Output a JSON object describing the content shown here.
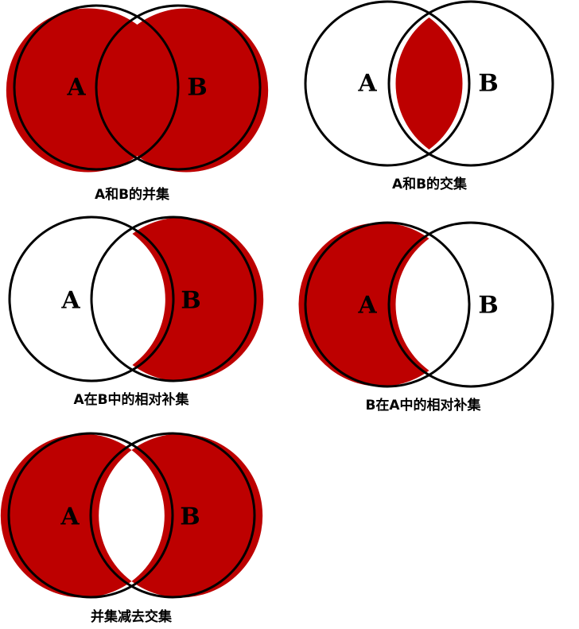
{
  "fill_color": "#bd0000",
  "outline_color": "#000000",
  "diagrams": [
    {
      "shaded": "union",
      "label_a": "A",
      "label_b": "B",
      "caption": "A和B的并集"
    },
    {
      "shaded": "intersection",
      "label_a": "A",
      "label_b": "B",
      "caption": "A和B的交集"
    },
    {
      "shaded": "b-minus-a",
      "label_a": "A",
      "label_b": "B",
      "caption": "A在B中的相对补集"
    },
    {
      "shaded": "a-minus-b",
      "label_a": "A",
      "label_b": "B",
      "caption": "B在A中的相对补集"
    },
    {
      "shaded": "symmetric-difference",
      "label_a": "A",
      "label_b": "B",
      "caption": "并集减去交集"
    }
  ]
}
